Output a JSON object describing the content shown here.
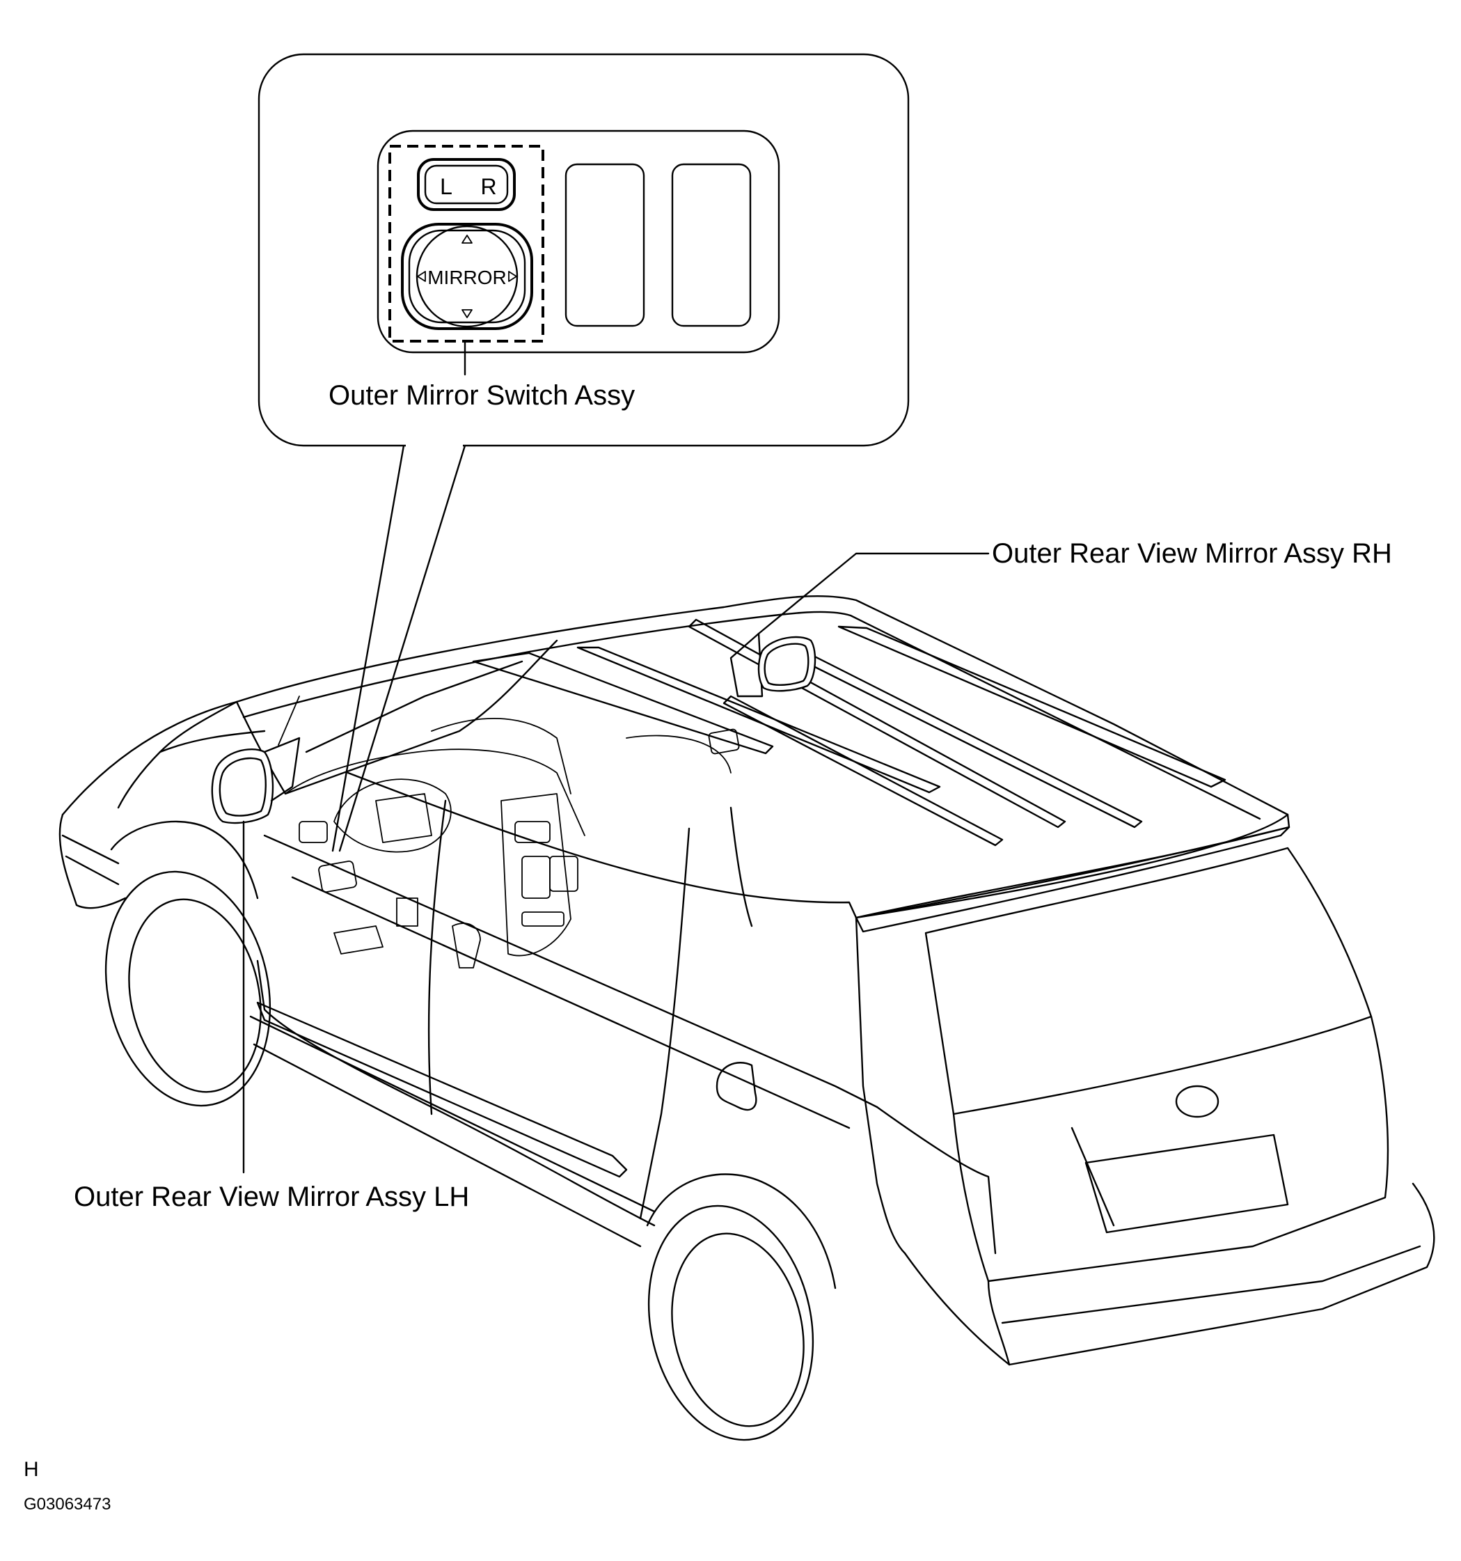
{
  "labels": {
    "switch_assy": "Outer Mirror Switch Assy",
    "mirror_rh": "Outer Rear View Mirror Assy RH",
    "mirror_lh": "Outer Rear View Mirror Assy LH"
  },
  "switch": {
    "left_letter": "L",
    "right_letter": "R",
    "knob_label": "MIRROR"
  },
  "footer": {
    "mark": "H",
    "code": "G03063473"
  },
  "icons": [
    "arrow-up-icon",
    "arrow-down-icon",
    "arrow-left-icon",
    "arrow-right-icon"
  ]
}
